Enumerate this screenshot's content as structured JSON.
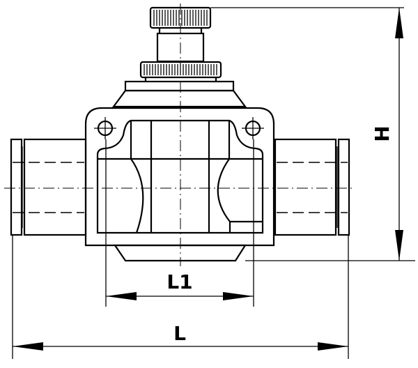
{
  "drawing": {
    "dimensions": {
      "height_label": "H",
      "body_length_label": "L1",
      "overall_length_label": "L"
    },
    "line_color": "#000000",
    "background": "#ffffff"
  }
}
